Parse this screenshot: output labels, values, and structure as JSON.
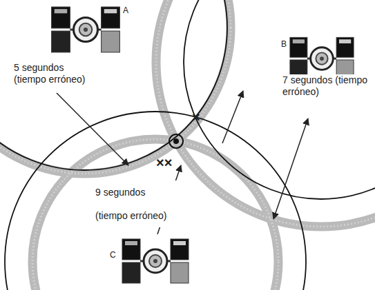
{
  "diagram": {
    "labels": [
      "A",
      "B",
      "C",
      "5 segundos (tiempo erróneo)",
      "7 segundos (tiempo erróneo)",
      "9 segundos (tiempo erróneo)",
      "×",
      "××"
    ]
  }
}
